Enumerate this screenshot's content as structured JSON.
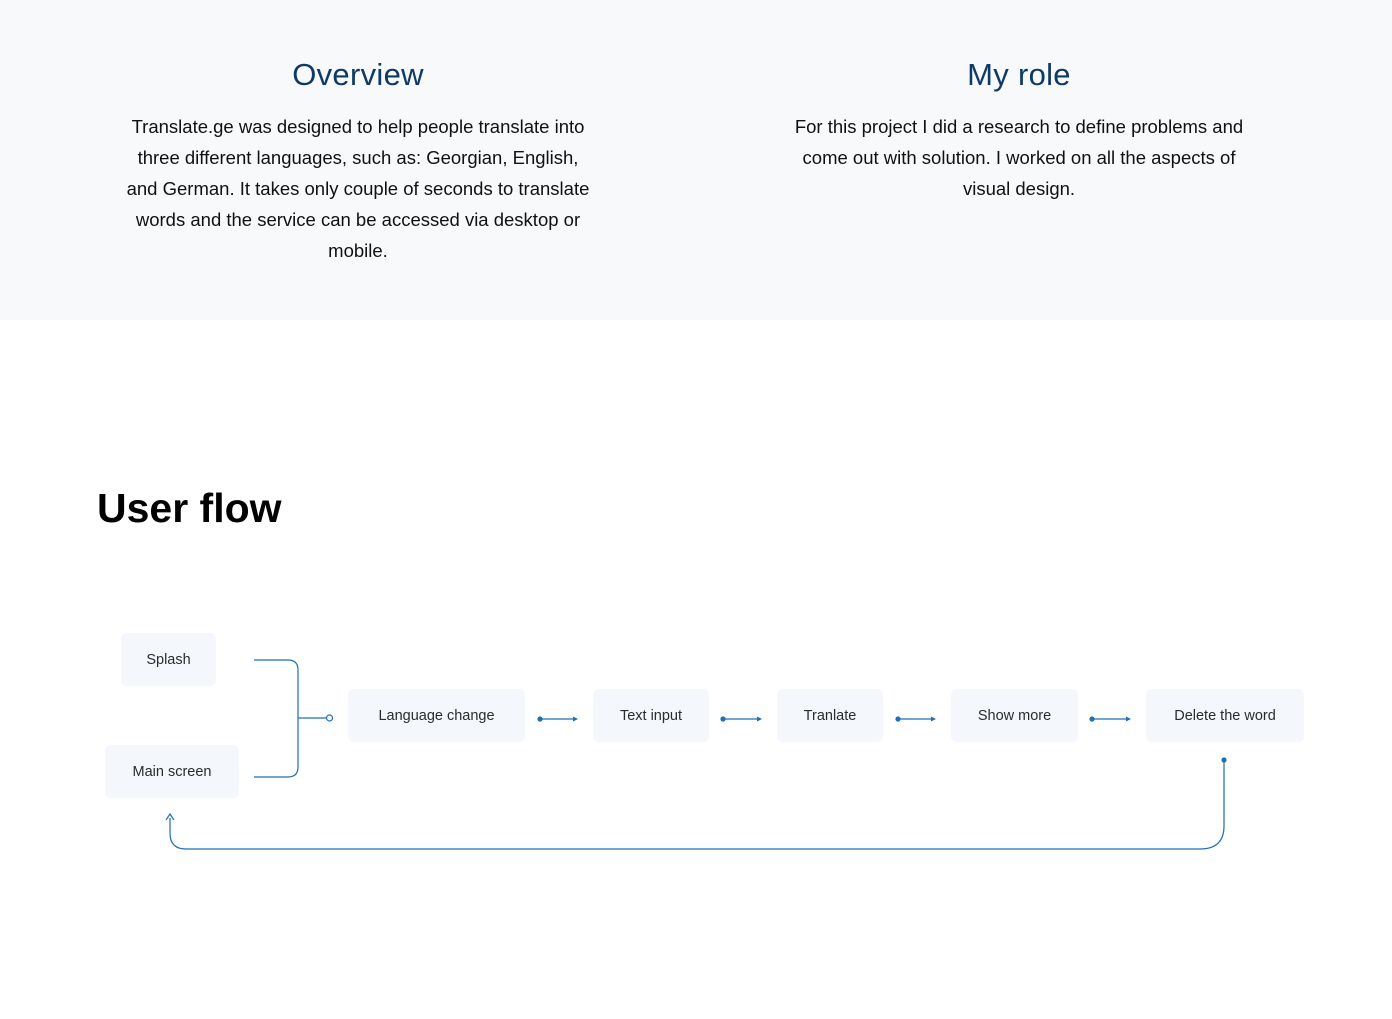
{
  "overview": {
    "title": "Overview",
    "text": "Translate.ge was designed to help people translate into three different languages, such as: Georgian, English, and German.   It takes only couple of seconds to translate words and the service can be accessed via desktop or mobile."
  },
  "role": {
    "title": "My role",
    "text": "For this project I did a research to define problems and come out with solution. I worked on all the aspects of visual design."
  },
  "user_flow": {
    "title": "User flow",
    "nodes": {
      "splash": "Splash",
      "main_screen": "Main screen",
      "language_change": "Language change",
      "text_input": "Text input",
      "translate": "Tranlate",
      "show_more": "Show more",
      "delete_word": "Delete the word"
    }
  },
  "colors": {
    "heading": "#0e3a66",
    "band_background": "#f7f9fb",
    "node_background": "#f4f7fb",
    "connector": "#1f6fb5"
  }
}
